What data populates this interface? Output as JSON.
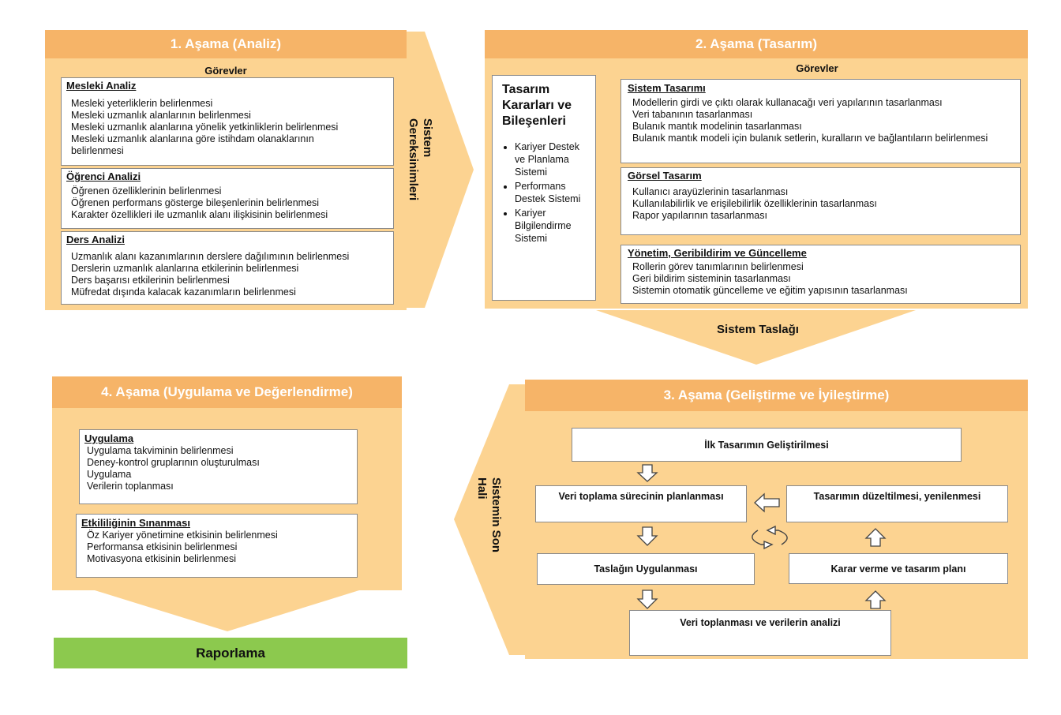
{
  "stage1": {
    "title": "1. Aşama (Analiz)",
    "tasks_label": "Görevler",
    "sections": [
      {
        "title": "Mesleki Analiz",
        "items": [
          "Mesleki yeterliklerin belirlenmesi",
          "Mesleki uzmanlık alanlarının belirlenmesi",
          "Mesleki uzmanlık alanlarına yönelik yetkinliklerin belirlenmesi",
          "Mesleki uzmanlık alanlarına göre istihdam olanaklarının",
          "belirlenmesi"
        ]
      },
      {
        "title": "Öğrenci Analizi",
        "items": [
          "Öğrenen özelliklerinin belirlenmesi",
          "Öğrenen performans gösterge bileşenlerinin belirlenmesi",
          "Karakter özellikleri ile uzmanlık alanı ilişkisinin belirlenmesi"
        ]
      },
      {
        "title": "Ders Analizi",
        "items": [
          "Uzmanlık alanı kazanımlarının derslere dağılımının belirlenmesi",
          "Derslerin uzmanlık alanlarına etkilerinin belirlenmesi",
          "Ders başarısı etkilerinin belirlenmesi",
          "Müfredat dışında kalacak kazanımların belirlenmesi"
        ]
      }
    ]
  },
  "arrow_1_2": {
    "line1": "Sistem",
    "line2": "Gereksinimleri"
  },
  "stage2": {
    "title": "2. Aşama (Tasarım)",
    "tasks_label": "Görevler",
    "decisions": {
      "title": "Tasarım Kararları ve Bileşenleri",
      "items": [
        "Kariyer Destek ve Planlama Sistemi",
        "Performans Destek Sistemi",
        "Kariyer Bilgilendirme Sistemi"
      ]
    },
    "sections": [
      {
        "title": "Sistem Tasarımı",
        "items": [
          "Modellerin girdi ve çıktı olarak kullanacağı veri yapılarının tasarlanması",
          "Veri tabanının tasarlanması",
          "Bulanık mantık modelinin tasarlanması",
          "Bulanık mantık modeli için bulanık setlerin, kuralların ve bağlantıların belirlenmesi"
        ]
      },
      {
        "title": "Görsel Tasarım",
        "items": [
          "Kullanıcı arayüzlerinin tasarlanması",
          "Kullanılabilirlik ve erişilebilirlik özelliklerinin tasarlanması",
          "Rapor yapılarının tasarlanması"
        ]
      },
      {
        "title": "Yönetim, Geribildirim ve Güncelleme",
        "items": [
          "Rollerin görev tanımlarının belirlenmesi",
          "Geri bildirim sisteminin tasarlanması",
          "Sistemin otomatik güncelleme ve eğitim yapısının tasarlanması"
        ]
      }
    ]
  },
  "arrow_2_3": {
    "label": "Sistem Taslağı"
  },
  "stage3": {
    "title": "3. Aşama (Geliştirme ve İyileştirme)",
    "boxes": {
      "first_design": "İlk Tasarımın Geliştirilmesi",
      "data_plan": "Veri toplama sürecinin planlanması",
      "revise": "Tasarımın düzeltilmesi, yenilenmesi",
      "apply_draft": "Taslağın Uygulanması",
      "decide": "Karar verme ve tasarım planı",
      "collect": "Veri toplanması ve verilerin analizi"
    }
  },
  "arrow_3_4": {
    "line1": "Sistemin Son",
    "line2": "Hali"
  },
  "stage4": {
    "title": "4. Aşama (Uygulama ve Değerlendirme)",
    "sections": [
      {
        "title": "Uygulama",
        "items": [
          "Uygulama takviminin belirlenmesi",
          "Deney-kontrol gruplarının oluşturulması",
          "Uygulama",
          "Verilerin toplanması"
        ]
      },
      {
        "title": "Etkililiğinin Sınanması",
        "items": [
          "Öz Kariyer yönetimine etkisinin belirlenmesi",
          "Performansa etkisinin belirlenmesi",
          "Motivasyona etkisinin belirlenmesi"
        ]
      }
    ]
  },
  "report": {
    "label": "Raporlama"
  },
  "colors": {
    "stage_fill": "#fcd391",
    "header_fill": "#f6b468",
    "arrow_fill": "#fcd391",
    "report_fill": "#8cc94e"
  }
}
